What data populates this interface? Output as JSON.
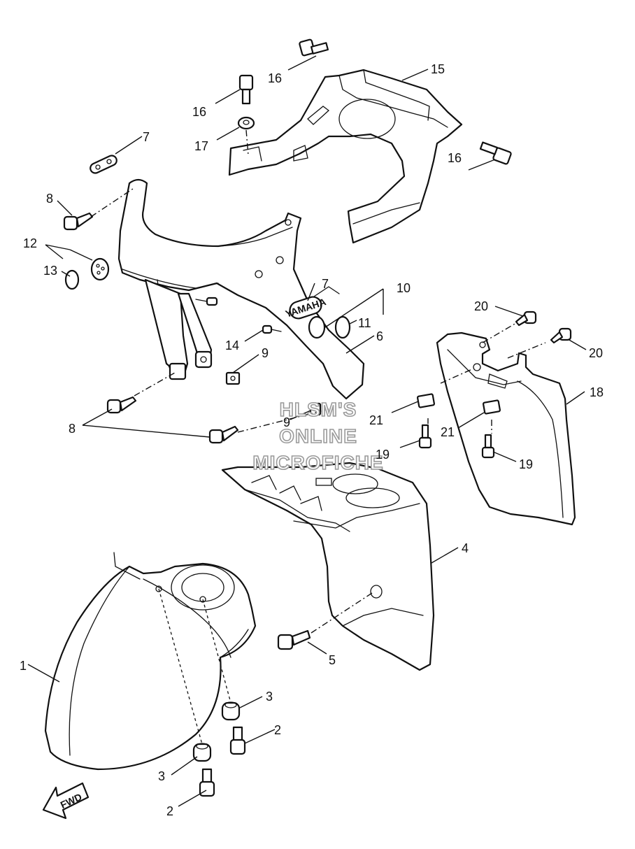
{
  "diagram": {
    "callouts": [
      {
        "id": "c1",
        "label": "1"
      },
      {
        "id": "c2a",
        "label": "2"
      },
      {
        "id": "c2b",
        "label": "2"
      },
      {
        "id": "c3a",
        "label": "3"
      },
      {
        "id": "c3b",
        "label": "3"
      },
      {
        "id": "c4",
        "label": "4"
      },
      {
        "id": "c5",
        "label": "5"
      },
      {
        "id": "c6",
        "label": "6"
      },
      {
        "id": "c7a",
        "label": "7"
      },
      {
        "id": "c7b",
        "label": "7"
      },
      {
        "id": "c8a",
        "label": "8"
      },
      {
        "id": "c8b",
        "label": "8"
      },
      {
        "id": "c9a",
        "label": "9"
      },
      {
        "id": "c9b",
        "label": "9"
      },
      {
        "id": "c10",
        "label": "10"
      },
      {
        "id": "c11",
        "label": "11"
      },
      {
        "id": "c12",
        "label": "12"
      },
      {
        "id": "c13",
        "label": "13"
      },
      {
        "id": "c14",
        "label": "14"
      },
      {
        "id": "c15",
        "label": "15"
      },
      {
        "id": "c16a",
        "label": "16"
      },
      {
        "id": "c16b",
        "label": "16"
      },
      {
        "id": "c16c",
        "label": "16"
      },
      {
        "id": "c17",
        "label": "17"
      },
      {
        "id": "c18",
        "label": "18"
      },
      {
        "id": "c19a",
        "label": "19"
      },
      {
        "id": "c19b",
        "label": "19"
      },
      {
        "id": "c20a",
        "label": "20"
      },
      {
        "id": "c20b",
        "label": "20"
      },
      {
        "id": "c21a",
        "label": "21"
      },
      {
        "id": "c21b",
        "label": "21"
      }
    ],
    "watermark": [
      "HLSM'S",
      "ONLINE",
      "MICROFICHE"
    ],
    "direction_label": "FWD",
    "emblem_text": "YAMAHA"
  }
}
